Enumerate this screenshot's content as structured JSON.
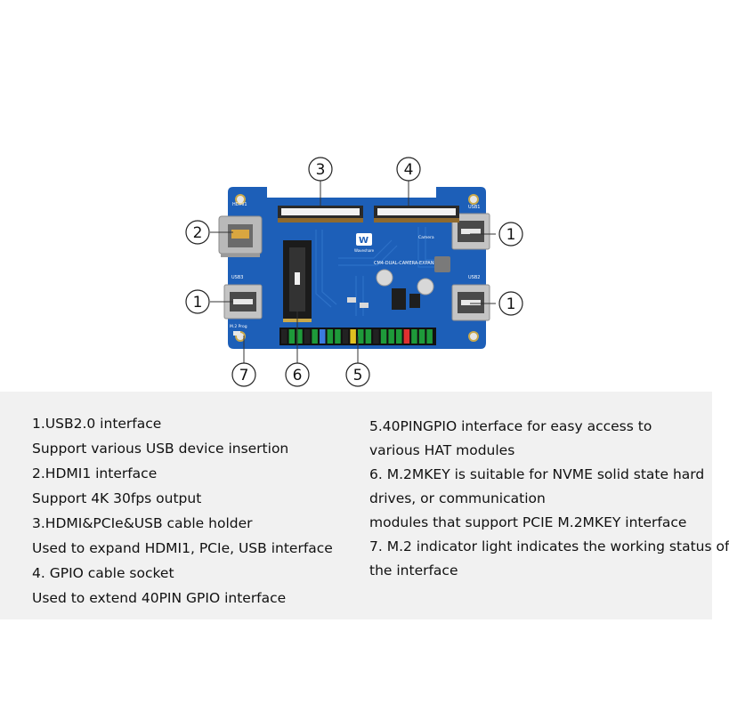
{
  "board": {
    "silk_title": "CM4-DUAL-CAMERA-EXPAND",
    "brand": "Waveshare",
    "hdmi_label": "HDMI1",
    "usb1_label": "USB1",
    "usb2_label": "USB2",
    "usb3_label": "USB3",
    "m2_label": "M.2 Prog",
    "camera_label": "Camera"
  },
  "callouts": {
    "c1a": "1",
    "c1b": "1",
    "c1c": "1",
    "c2": "2",
    "c3": "3",
    "c4": "4",
    "c5": "5",
    "c6": "6",
    "c7": "7"
  },
  "descriptions": {
    "left": [
      "1.USB2.0 interface",
      "Support various USB device insertion",
      "2.HDMI1 interface",
      "Support 4K 30fps output",
      "3.HDMI&PCIe&USB cable holder",
      "Used to expand HDMI1, PCIe, USB interface",
      "4. GPIO cable socket",
      "Used to extend 40PIN GPIO interface"
    ],
    "right": [
      "5.40PINGPIO interface for easy access to",
      "various HAT modules",
      "6. M.2MKEY is suitable for NVME solid state hard",
      "drives, or communication",
      "modules that support PCIE M.2MKEY interface",
      "7. M.2 indicator light indicates the working status of",
      "the interface"
    ]
  },
  "colors": {
    "pcb": "#1d5fb8",
    "background": "#ffffff",
    "info_band": "#f1f1f1"
  }
}
